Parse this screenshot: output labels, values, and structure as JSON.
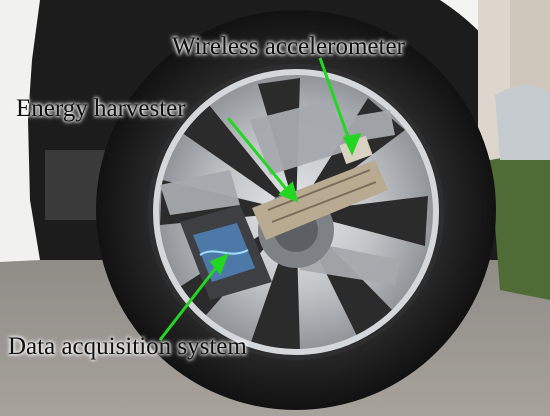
{
  "labels": {
    "wireless_accelerometer": "Wireless accelerometer",
    "energy_harvester": "Energy harvester",
    "data_acquisition_system": "Data acquisition system"
  },
  "colors": {
    "arrow": "#22d622",
    "tire": "#1f1f1f",
    "rim": "#b7babd",
    "car_body": "#f0f0ee",
    "ground": "#9a9590",
    "tape": "#a6a9ad"
  },
  "icons": [
    "arrow-to-accelerometer",
    "arrow-to-harvester",
    "arrow-to-data-acquisition"
  ]
}
